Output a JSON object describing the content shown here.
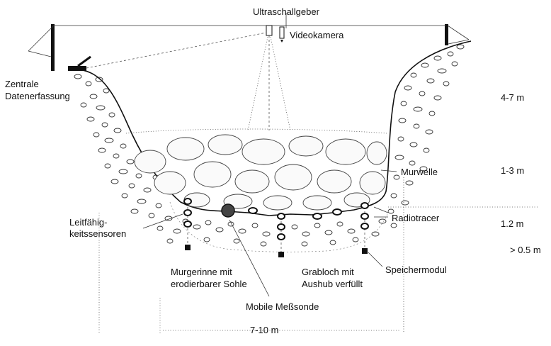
{
  "labels": {
    "ultraschall": "Ultraschallgeber",
    "videokamera": "Videokamera",
    "zentrale_line1": "Zentrale",
    "zentrale_line2": "Datenerfassung",
    "murwelle": "Murwelle",
    "leitf_line1": "Leitfähig-",
    "leitf_line2": "keitssensoren",
    "radiotracer": "Radiotracer",
    "speichermodul": "Speichermodul",
    "murgerinne_line1": "Murgerinne mit",
    "murgerinne_line2": "erodierbarer Sohle",
    "grabloch_line1": "Grabloch mit",
    "grabloch_line2": "Aushub verfüllt",
    "mobile": "Mobile Meßsonde"
  },
  "dimensions": {
    "height_upper": "4-7 m",
    "height_flow": "1-3 m",
    "height_bed": "1.2 m",
    "depth": "> 0.5 m",
    "width": "7-10 m"
  },
  "colors": {
    "ink": "#111111",
    "line": "#333333",
    "background": "#ffffff"
  }
}
